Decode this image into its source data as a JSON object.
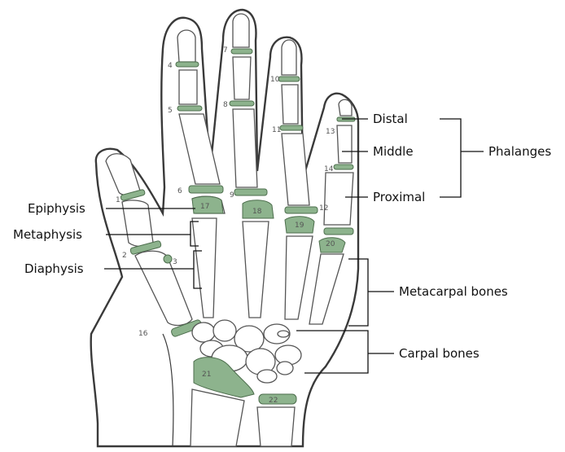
{
  "colors": {
    "growth_plate": "#8db38d",
    "outline": "#4a4a4a",
    "leader": "#111111",
    "background": "#ffffff"
  },
  "labels": {
    "distal": "Distal",
    "middle": "Middle",
    "phalanges": "Phalanges",
    "proximal": "Proximal",
    "epiphysis": "Epiphysis",
    "metaphysis": "Metaphysis",
    "diaphysis": "Diaphysis",
    "metacarpal_bones": "Metacarpal bones",
    "carpal_bones": "Carpal bones"
  },
  "bone_numbers": {
    "n1": "1",
    "n2": "2",
    "n3": "3",
    "n4": "4",
    "n5": "5",
    "n6": "6",
    "n7": "7",
    "n8": "8",
    "n9": "9",
    "n10": "10",
    "n11": "11",
    "n12": "12",
    "n13": "13",
    "n14": "14",
    "n16": "16",
    "n17": "17",
    "n18": "18",
    "n19": "19",
    "n20": "20",
    "n21": "21",
    "n22": "22"
  }
}
